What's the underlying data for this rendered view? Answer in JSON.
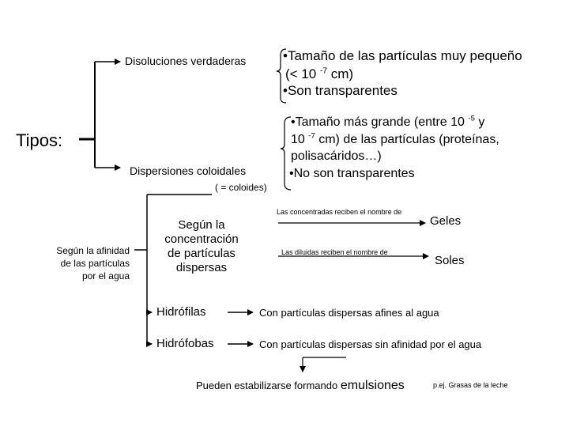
{
  "tipos_label": "Tipos:",
  "disoluciones": {
    "label": "Disoluciones verdaderas",
    "bullet1": "•Tamaño de las partículas muy pequeño",
    "bullet1_cont_pre": "(< 10 ",
    "bullet1_exp": "-7",
    "bullet1_cont_post": " cm)",
    "bullet2": "•Son transparentes"
  },
  "dispersiones": {
    "label": "Dispersiones coloidales",
    "sublabel": "( = coloides)",
    "bullet1_line1_pre": "•Tamaño más grande (entre 10 ",
    "bullet1_line1_exp": "-5",
    "bullet1_line1_post": " y",
    "bullet1_line2_pre": "10 ",
    "bullet1_line2_exp": "-7",
    "bullet1_line2_post": " cm) de las partículas (proteínas,",
    "bullet1_line3": "polisacáridos…)",
    "bullet2": "•No son transparentes"
  },
  "concentracion": {
    "label_lines": [
      "Según la",
      "concentración",
      "de partículas",
      "dispersas"
    ],
    "note_concentradas": "Las concentradas reciben el nombre de",
    "result_concentradas": "Geles",
    "note_diluidas": "Las diluidas reciben el nombre de",
    "result_diluidas": "Soles"
  },
  "afinidad": {
    "label_lines": [
      "Según la afinidad",
      "de las partículas",
      "por el agua"
    ],
    "hidrofilas": "Hidrófilas",
    "hidrofilas_desc": "Con partículas dispersas afines al agua",
    "hidrofobas": "Hidrófobas",
    "hidrofobas_desc": "Con partículas dispersas sin afinidad por el agua"
  },
  "emulsiones": {
    "text_pre": "Pueden estabilizarse formando ",
    "text_big": "emulsiones",
    "example": "p.ej. Grasas de la leche"
  },
  "colors": {
    "line": "#000000",
    "text": "#000000",
    "background": "#ffffff"
  }
}
